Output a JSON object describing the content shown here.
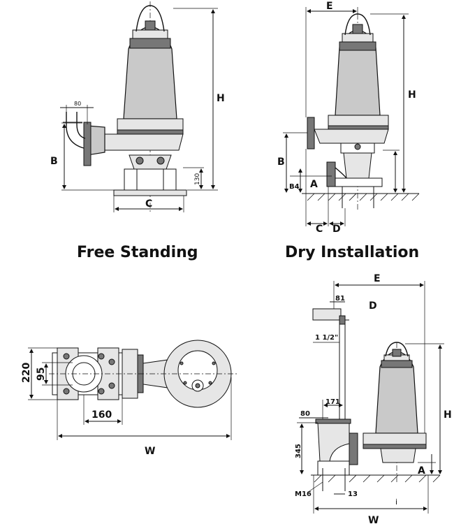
{
  "titles": {
    "free_standing": "Free Standing",
    "dry_installation": "Dry Installation"
  },
  "free_standing": {
    "labels": {
      "H": "H",
      "B": "B",
      "C": "C"
    },
    "dims": {
      "d80": "80",
      "d130": "130"
    }
  },
  "dry_installation": {
    "labels": {
      "E": "E",
      "H": "H",
      "B": "B",
      "A": "A",
      "B4": "B4",
      "C": "C",
      "D": "D"
    }
  },
  "top_view": {
    "dims": {
      "d220": "220",
      "d95": "95",
      "d160": "160"
    },
    "labels": {
      "W": "W"
    }
  },
  "wet_installation": {
    "labels": {
      "E": "E",
      "D": "D",
      "H": "H",
      "A": "A",
      "W": "W",
      "i": "i",
      "M16": "M16"
    },
    "dims": {
      "d81": "81",
      "pipe": "1 1/2\"",
      "d171": "171",
      "d80": "80",
      "d345": "345",
      "d13": "13"
    }
  }
}
